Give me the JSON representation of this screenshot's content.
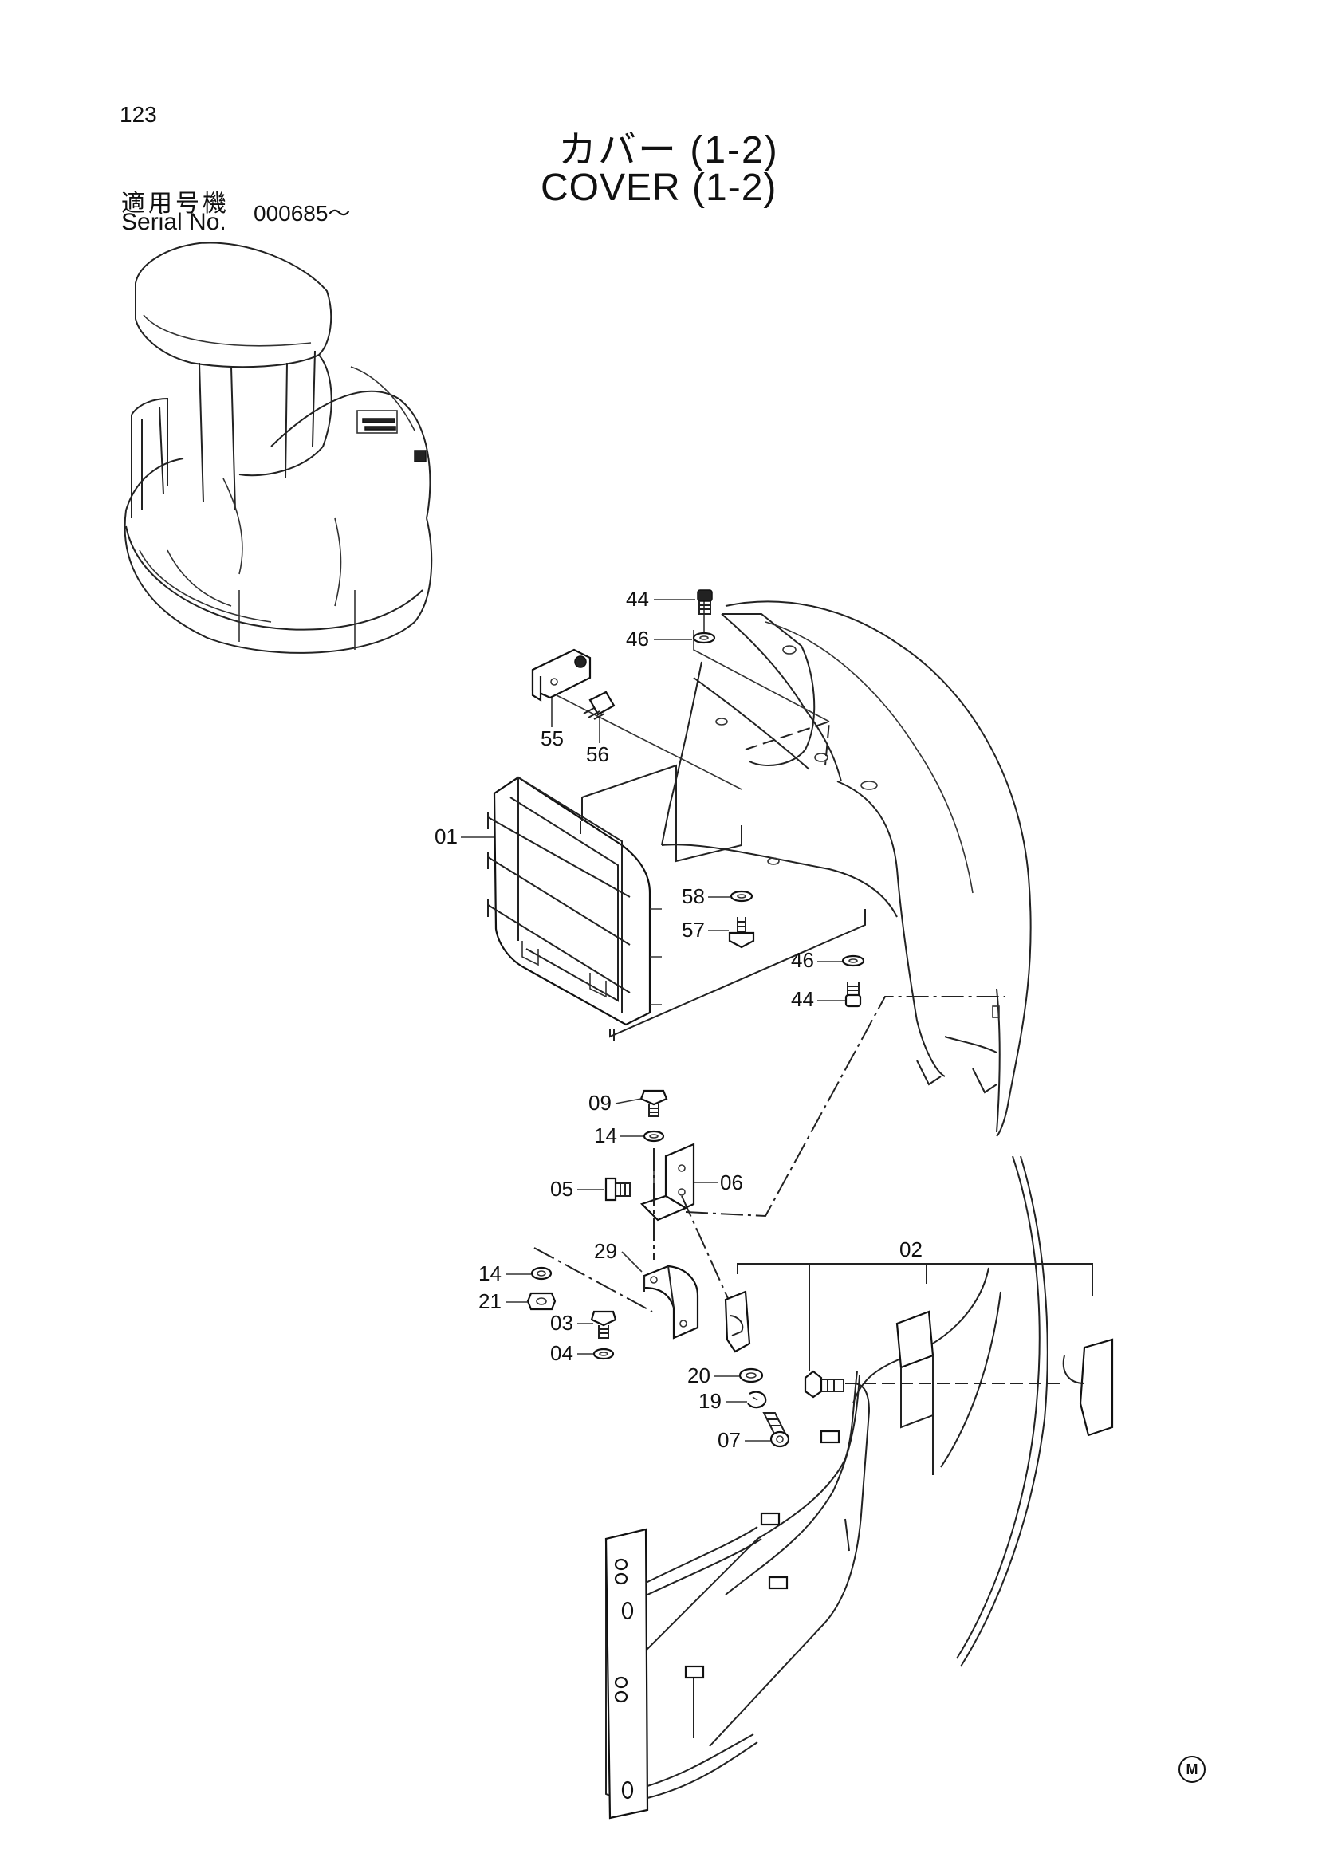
{
  "page": {
    "number": "123",
    "title_ja": "カバー (1-2)",
    "title_en": "COVER (1-2)",
    "serial_label_ja": "適用号機",
    "serial_label_en": "Serial No.",
    "serial_value": "000685～",
    "corner_mark": "M"
  },
  "callouts": [
    "44",
    "46",
    "55",
    "56",
    "01",
    "58",
    "57",
    "46",
    "44",
    "09",
    "14",
    "05",
    "06",
    "29",
    "14",
    "21",
    "03",
    "04",
    "02",
    "20",
    "19",
    "07"
  ]
}
